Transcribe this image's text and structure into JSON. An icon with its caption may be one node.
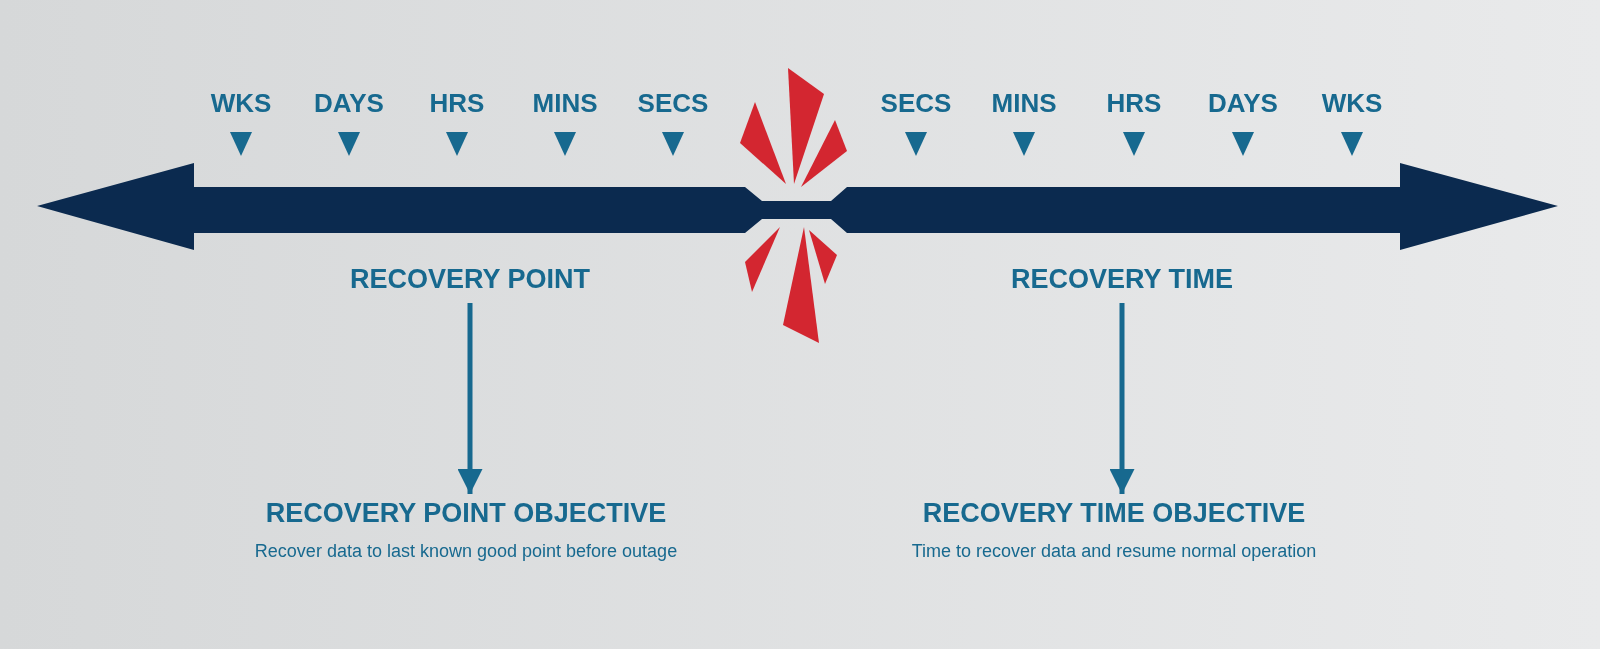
{
  "diagram": {
    "nodes": [
      {
        "text": [
          "RECOVERY POINT"
        ]
      },
      {
        "text": [
          "RECOVERY POINT OBJECTIVE",
          "Recover data to last known good point before outage"
        ]
      },
      {
        "text": [
          "RECOVERY TIME"
        ]
      },
      {
        "text": [
          "RECOVERY TIME OBJECTIVE",
          "Time to recover data and resume normal operation"
        ]
      }
    ],
    "edges": [
      {
        "from": 0,
        "to": 1,
        "arrow": "to"
      },
      {
        "from": 2,
        "to": 3,
        "arrow": "to"
      }
    ],
    "labels": [
      "WKS",
      "DAYS",
      "HRS",
      "MINS",
      "SECS",
      "SECS",
      "MINS",
      "HRS",
      "DAYS",
      "WKS"
    ]
  }
}
